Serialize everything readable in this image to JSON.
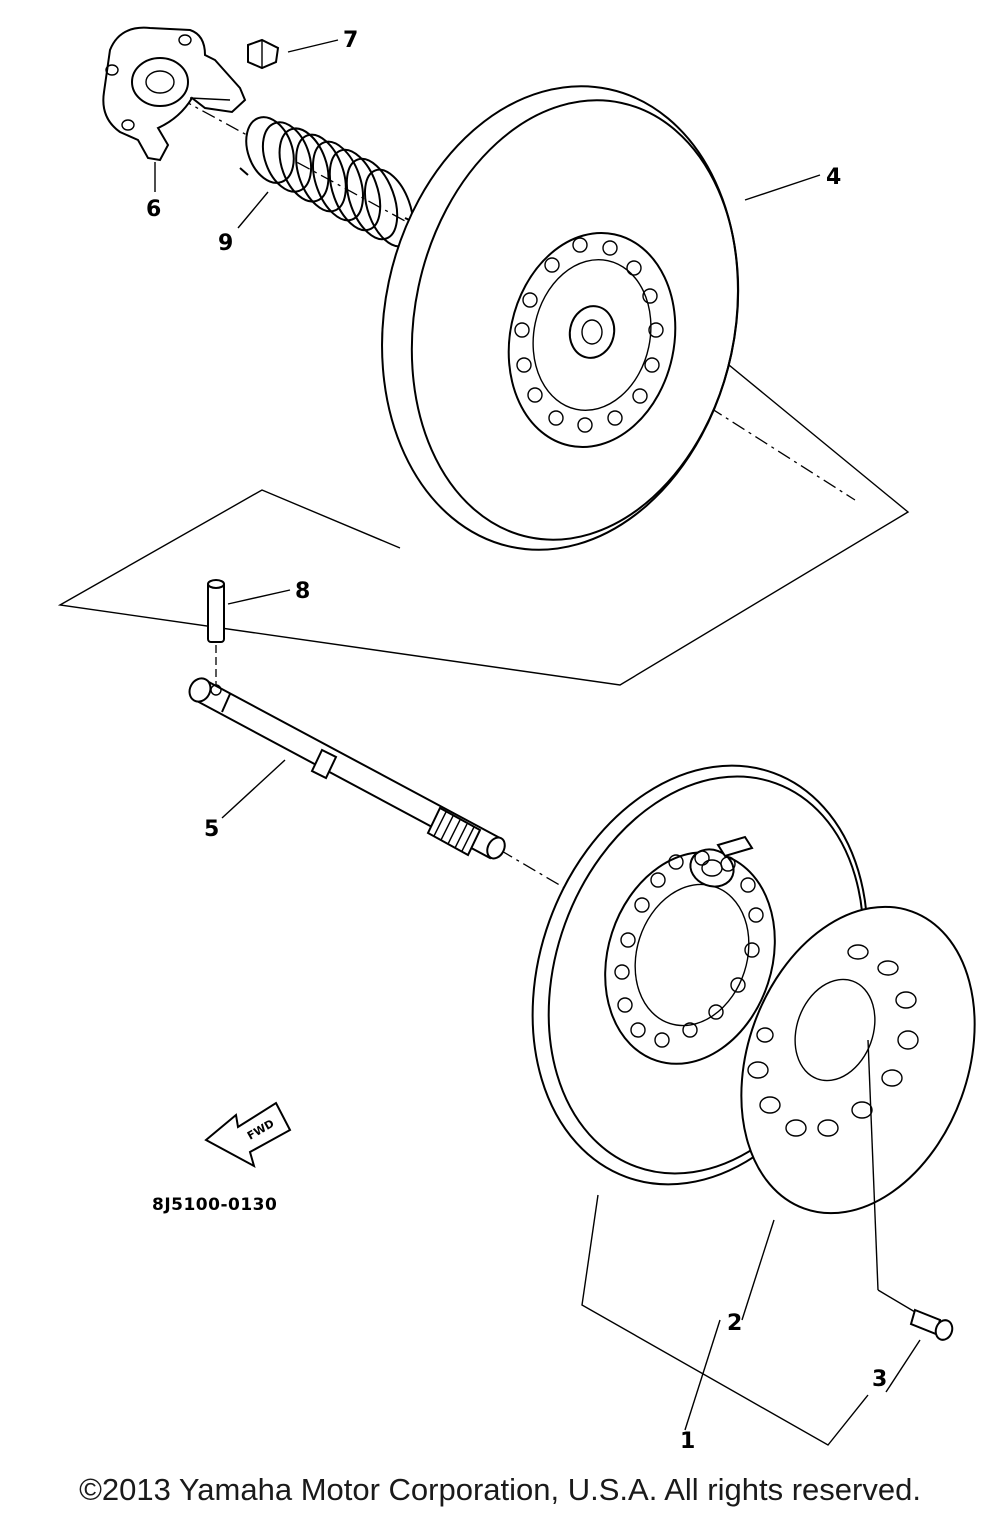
{
  "callouts": {
    "c1": "1",
    "c2": "2",
    "c3": "3",
    "c4": "4",
    "c5": "5",
    "c6": "6",
    "c7": "7",
    "c8": "8",
    "c9": "9"
  },
  "fwd_label": "FWD",
  "diagram_code": "8J5100-0130",
  "copyright": "©2013 Yamaha Motor Corporation, U.S.A. All rights reserved."
}
